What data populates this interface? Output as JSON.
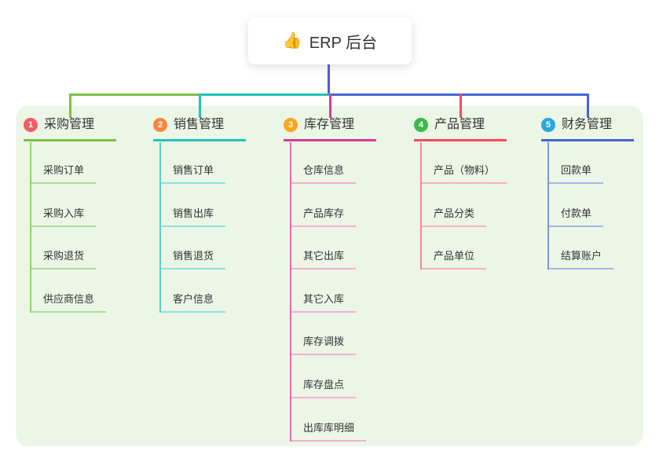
{
  "root": {
    "icon": "👍",
    "label": "ERP 后台"
  },
  "colors": {
    "panel_bg": "#ebf6e7",
    "root_connector": "#4a5fd4",
    "text": "#333333"
  },
  "branches": [
    {
      "number": "1",
      "label": "采购管理",
      "badge_color": "#f15b66",
      "line_color": "#7cc242",
      "rail_color": "#94d06c",
      "child_line_color": "#b0dd94",
      "children": [
        "采购订单",
        "采购入库",
        "采购退货",
        "供应商信息"
      ]
    },
    {
      "number": "2",
      "label": "销售管理",
      "badge_color": "#f6873c",
      "line_color": "#22c3b4",
      "rail_color": "#56d2c5",
      "child_line_color": "#8fe2da",
      "children": [
        "销售订单",
        "销售出库",
        "销售退货",
        "客户信息"
      ]
    },
    {
      "number": "3",
      "label": "库存管理",
      "badge_color": "#f8a61f",
      "line_color": "#dc3a92",
      "rail_color": "#e56bb0",
      "child_line_color": "#f3aed6",
      "children": [
        "仓库信息",
        "产品库存",
        "其它出库",
        "其它入库",
        "库存调拨",
        "库存盘点",
        "出库库明细"
      ]
    },
    {
      "number": "4",
      "label": "产品管理",
      "badge_color": "#3db84f",
      "line_color": "#f8495f",
      "rail_color": "#f98698",
      "child_line_color": "#fbb0bc",
      "children": [
        "产品（物料）",
        "产品分类",
        "产品单位"
      ]
    },
    {
      "number": "5",
      "label": "财务管理",
      "badge_color": "#2ba6de",
      "line_color": "#4565d5",
      "rail_color": "#7e96de",
      "child_line_color": "#a6b6e9",
      "children": [
        "回款单",
        "付款单",
        "结算账户"
      ]
    }
  ]
}
